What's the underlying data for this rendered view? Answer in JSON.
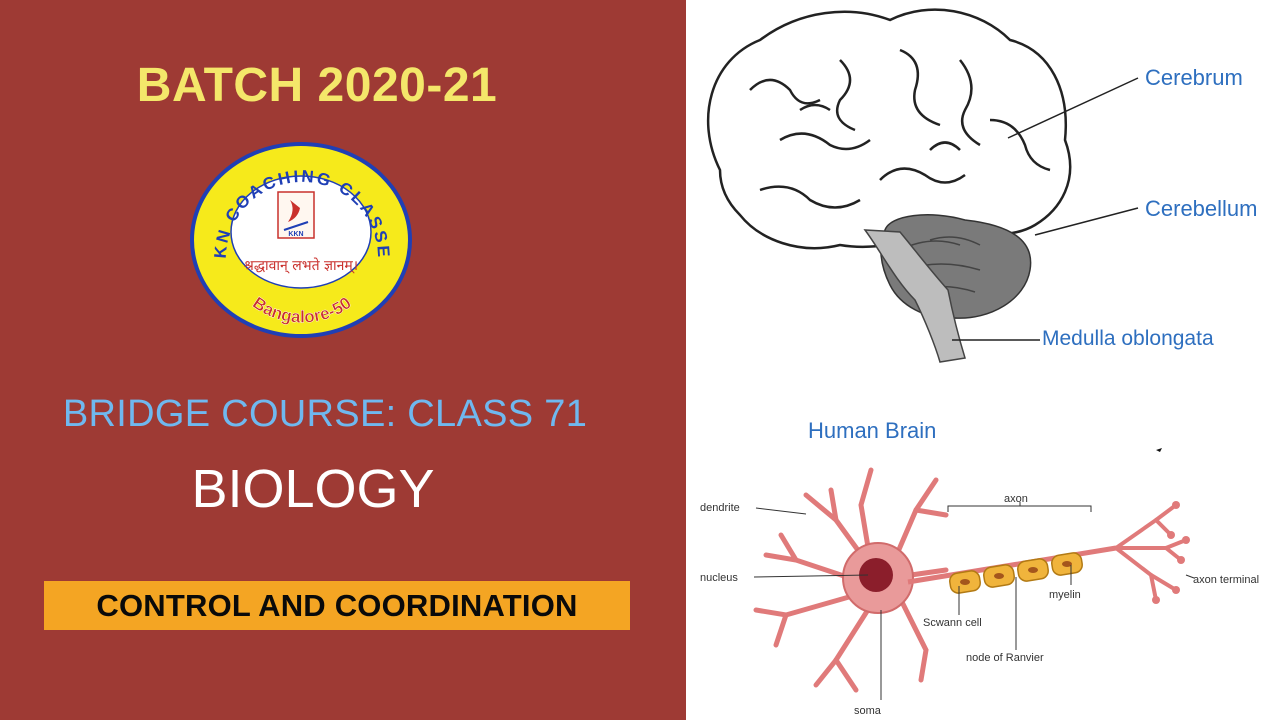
{
  "thumbnail": {
    "batch_title": "BATCH 2020-21",
    "course_title": "BRIDGE COURSE: CLASS 71",
    "subject_title": "BIOLOGY",
    "topic_banner": "CONTROL AND COORDINATION",
    "colors": {
      "background": "#9e3a34",
      "batch_text": "#f4e76a",
      "course_text": "#6fb8ef",
      "banner": "#f4a523"
    }
  },
  "logo": {
    "arc_text": "KKN COACHING CLASSES",
    "motto": "श्रद्धावान् लभते ज्ञानम्।",
    "location": "Bangalore-50",
    "emblem_text": "KKN"
  },
  "brain_diagram": {
    "caption": "Human Brain",
    "labels": {
      "cerebrum": "Cerebrum",
      "cerebellum": "Cerebellum",
      "medulla": "Medulla oblongata"
    }
  },
  "neuron_diagram": {
    "labels": {
      "dendrite": "dendrite",
      "axon": "axon",
      "nucleus": "nucleus",
      "axon_terminal": "axon terminal",
      "myelin": "myelin",
      "schwann_cell": "Scwann cell",
      "node_of_ranvier": "node of Ranvier",
      "soma": "soma"
    }
  }
}
